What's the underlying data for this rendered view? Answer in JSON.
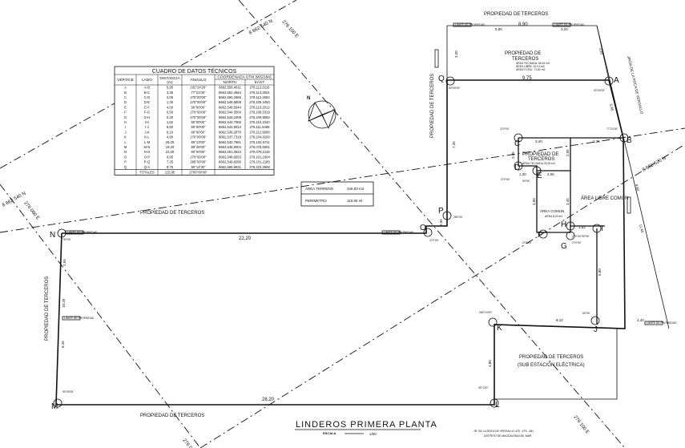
{
  "title": "LINDEROS PRIMERA PLANTA",
  "scale_label": "ESCALA",
  "scale_value": "1/50",
  "address_line1": "JR. DE LA ROCA DE VERGALLO 479 - 479 - 481",
  "address_line2": "DISTRITO DE MAGDALENA DEL MAR",
  "areas": {
    "terreno_label": "ÁREA TERRENO",
    "terreno_value": "346,93 m2",
    "perimetro_label": "PERÍMETRO",
    "perimetro_value": "115,95 ml"
  },
  "labels": {
    "prop_top": "PROPIEDAD DE TERCEROS",
    "prop_box_1": "PROPIEDAD DE",
    "prop_box_2": "TERCEROS",
    "prop_box_area1": "ÁREA TECHADA: 56,61 m2",
    "prop_box_area2": "ÁREA LIBRE: 15,21 m2",
    "prop_box_area3": "ÁREA TOTAL: 71,82 m2",
    "prop_cd_1": "PROPIEDAD DE",
    "prop_cd_2": "TERCEROS",
    "prop_cd_area": "ÁREA TECHADA 25,00 m2",
    "area_libre_comun": "ÁREA LIBRE COMÚN",
    "area_comun": "ÁREA COMÚN",
    "area_comun_value": "ÁREA 8,20 m2",
    "prop_mid_left": "PROPIEDAD DE TERCEROS",
    "prop_left_vert": "PROPIEDAD DE TERCEROS",
    "prop_center_vert": "PROPIEDAD DE TERCEROS",
    "prop_bottom": "PROPIEDAD DE TERCEROS",
    "subestacion_1": "PROPIEDAD DE TERCEROS",
    "subestacion_2": "(SUB ESTACIÓN ELÉCTRICA)",
    "jiron": "JIRÓN DE LA ROCA DE VERGALLO",
    "coord_1": "8 662 540 N",
    "coord_2": "276 100 E",
    "coord_3": "8 662 540 N",
    "coord_4": "276 080 E",
    "coord_5": "8 662 520 N",
    "coord_6": "276 100 E",
    "fence_label": "LÍMITE DE PROPIEDAD"
  },
  "dimensions": {
    "top_1": "5,80",
    "top_2": "8,90",
    "top_3": "3,20",
    "top_left": "3,20",
    "top_right": "3,80",
    "oa": "9,75",
    "a_b": "5,95",
    "p_c": "7,35",
    "c_b": "3,40",
    "b_c2": "3,35",
    "c_d": "2,05",
    "cd_r": "2,05",
    "d_e": "1,30",
    "e_r": "2,06",
    "e_h": "3,45",
    "f_e": "4,00",
    "h_i": "1,62",
    "b_i": "4,90",
    "b_j": "11,40",
    "i_j": "6,80",
    "k_j": "8,10",
    "j_r": "4,40",
    "k_l": "4,80",
    "n_o": "22,20",
    "o_p": "0,95",
    "n_m_a": "2,55",
    "n_m_b": "10,20",
    "n_m_c": "6,45",
    "m_l": "28,20"
  },
  "angles": {
    "n": "90°00'",
    "o": "270°00'",
    "p": "269°00'",
    "q": "90°00'00\"",
    "a": "90°00'00\"",
    "b": "77°21'00\"",
    "c": "270°00'",
    "d": "270°00'",
    "e": "90°00'",
    "f": "270°00'",
    "g": "270°00'",
    "h": "270°00'",
    "i": "90°00'",
    "j": "90°00'",
    "k": "269°10'00\"",
    "l": "90°13'0\"",
    "m": "90°00'00\""
  },
  "vertices": {
    "n": "N",
    "o": "O",
    "p": "P",
    "q": "Q",
    "a": "A",
    "b": "B",
    "c": "C",
    "d": "D",
    "e": "E",
    "f": "F",
    "g": "G",
    "h": "H",
    "i": "I",
    "j": "J",
    "k": "K",
    "l": "L",
    "m": "M"
  },
  "table": {
    "title": "CUADRO  DE  DATOS TÉCNICOS",
    "headers": {
      "vertice": "VÉRTICE",
      "lado": "LADO",
      "distancia": "DISTANCIA",
      "distancia_unit": "(m)",
      "angulo": "ÁNGULO",
      "coord": "COORDENADA UTM (WGS84)",
      "north": "NORTH",
      "east": "EAST"
    },
    "rows": [
      {
        "v": "A",
        "lado": "A-B",
        "dist": "5,95",
        "ang": "102°24'20\"",
        "n": "8662,556,4611",
        "e": "276,112,0116"
      },
      {
        "v": "B",
        "lado": "B-C",
        "dist": "3,35",
        "ang": "77°21'00\"",
        "n": "8662,552,4664",
        "e": "276,113,2501"
      },
      {
        "v": "C",
        "lado": "C-D",
        "dist": "2,05",
        "ang": "270°00'00\"",
        "n": "8662,550,2665",
        "e": "276,112,2584"
      },
      {
        "v": "D",
        "lado": "D-E",
        "dist": "1,30",
        "ang": "270°00'00\"",
        "n": "8662,548,8809",
        "e": "276,109,1050"
      },
      {
        "v": "E",
        "lado": "E-F",
        "dist": "4,00",
        "ang": "90°00'00\"",
        "n": "8662,548,5644",
        "e": "276,110,2012"
      },
      {
        "v": "F",
        "lado": "F-G",
        "dist": "0,50",
        "ang": "270°00'00\"",
        "n": "8662,544,5504",
        "e": "276,109,5319"
      },
      {
        "v": "G",
        "lado": "G-H",
        "dist": "0,30",
        "ang": "270°00'00\"",
        "n": "8662,544,2309",
        "e": "276,109,9092"
      },
      {
        "v": "H",
        "lado": "H-I",
        "dist": "1,62",
        "ang": "90°00'00\"",
        "n": "8662,544,7065",
        "e": "276,110,1040"
      },
      {
        "v": "I",
        "lado": "I-J",
        "dist": "6,80",
        "ang": "90°00'00\"",
        "n": "8662,544,9013",
        "e": "276,111,5469"
      },
      {
        "v": "J",
        "lado": "J-K",
        "dist": "8,10",
        "ang": "90°00'00\"",
        "n": "8662,538,2870",
        "e": "276,112,9008"
      },
      {
        "v": "K",
        "lado": "K-L",
        "dist": "4,80",
        "ang": "270°00'00\"",
        "n": "8662,537,7318",
        "e": "276,104,8200"
      },
      {
        "v": "L",
        "lado": "L-M",
        "dist": "28,20",
        "ang": "90°13'00\"",
        "n": "8662,532,7661",
        "e": "276,104,5711"
      },
      {
        "v": "M",
        "lado": "M-N",
        "dist": "19,20",
        "ang": "89°46'00\"",
        "n": "8662,536,8004",
        "e": "276,076,6051"
      },
      {
        "v": "N",
        "lado": "N-O",
        "dist": "22,20",
        "ang": "90°00'00\"",
        "n": "8662,551,0624",
        "e": "276,079,2115"
      },
      {
        "v": "O",
        "lado": "O-P",
        "dist": "0,95",
        "ang": "270°00'00\"",
        "n": "8662,548,6553",
        "e": "276,101,1064"
      },
      {
        "v": "P",
        "lado": "P-Q",
        "dist": "7,35",
        "ang": "269°00'00\"",
        "n": "8662,549,6095",
        "e": "276,101,2180"
      },
      {
        "v": "Q",
        "lado": "Q-A",
        "dist": "9,75",
        "ang": "90°14'30\"",
        "n": "8662,556,9631",
        "e": "276,102,2668"
      }
    ],
    "totals_label": "TOTALES",
    "totals_dist": "115,95",
    "totals_ang": "2700°00'00\""
  }
}
